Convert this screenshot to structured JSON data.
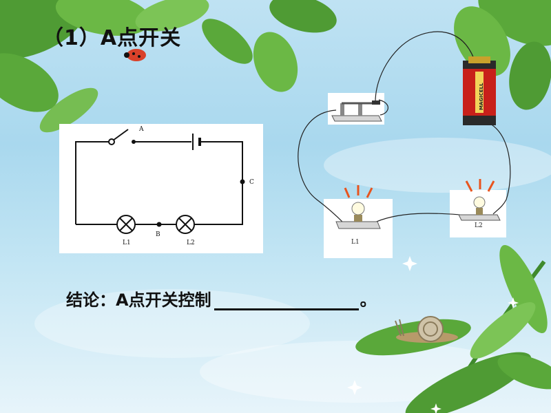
{
  "slide": {
    "title": "（1）A点开关",
    "conclusion_prefix": "结论：A点开关控制",
    "conclusion_suffix": "。"
  },
  "schematic": {
    "switch_label": "A",
    "junction_b_label": "B",
    "junction_c_label": "C",
    "lamp1_label": "L1",
    "lamp2_label": "L2"
  },
  "physical_circuit": {
    "bulb1_label": "L1",
    "bulb2_label": "L2",
    "battery_brand": "MAGICELL"
  },
  "colors": {
    "leaf_green": "#5aa83a",
    "sky_blue": "#a9d8ee",
    "battery_red": "#c8201a",
    "ray_orange": "#e8541e"
  }
}
